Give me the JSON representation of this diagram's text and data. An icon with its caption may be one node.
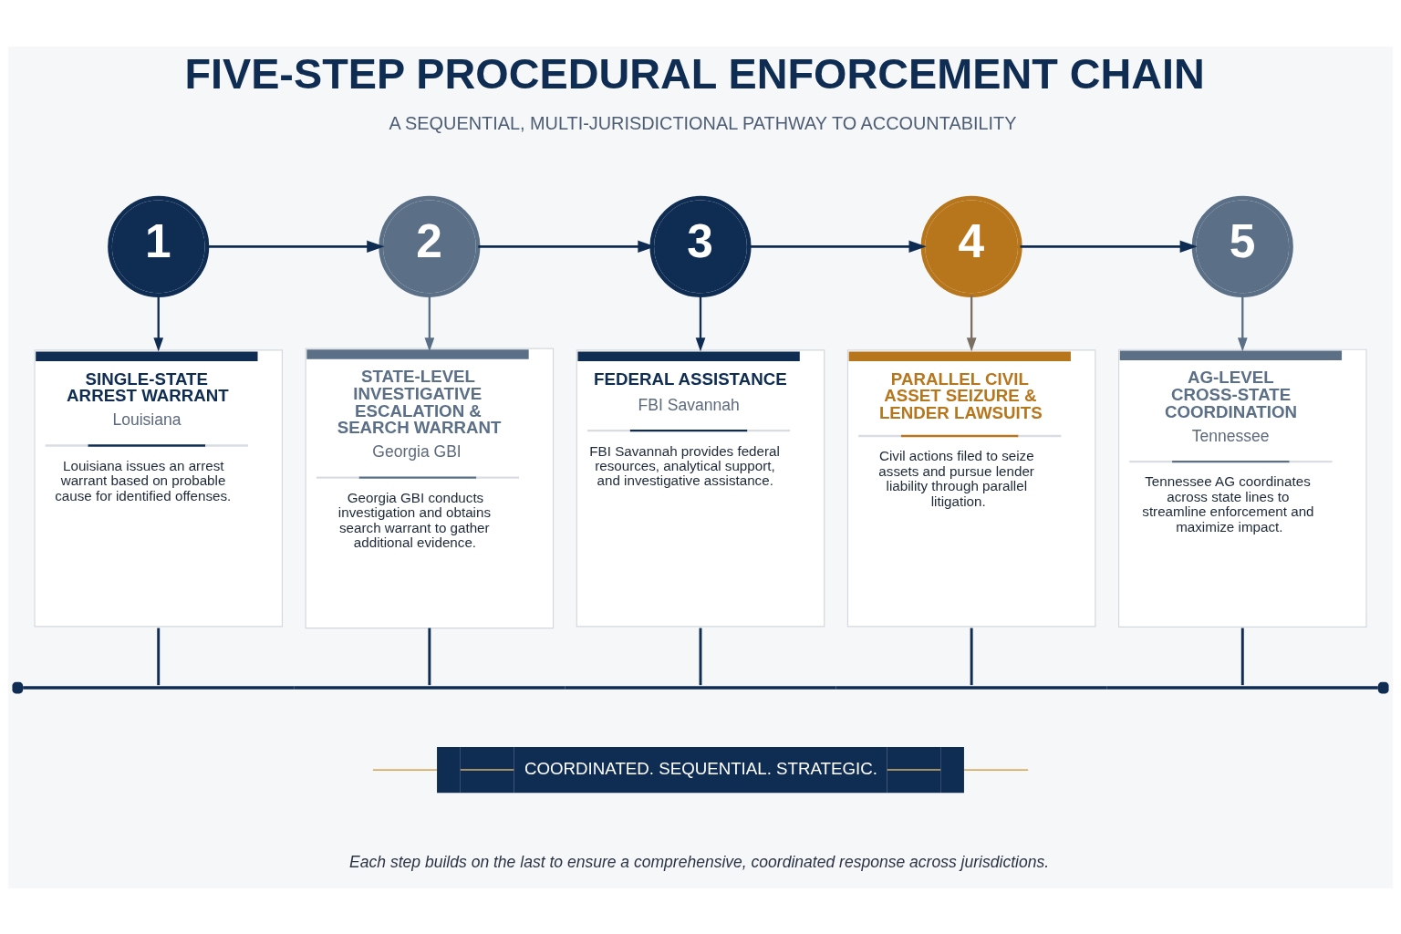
{
  "diagram": {
    "title": "FIVE-STEP PROCEDURAL ENFORCEMENT CHAIN",
    "caption": "Each step builds on the last to ensure a comprehensive, coordinated response across jurisdictions.",
    "nodes": [
      {
        "text": [
          "1"
        ]
      },
      {
        "text": [
          "2"
        ]
      },
      {
        "text": [
          "3"
        ]
      },
      {
        "text": [
          "4"
        ]
      },
      {
        "text": [
          "5"
        ]
      },
      {
        "text": [
          "SINGLE-STATE ARREST WARRANT",
          "Louisiana",
          "Louisiana issues an arrest warrant based on probable cause for identified offenses."
        ]
      },
      {
        "text": [
          "STATE-LEVEL INVESTIGATIVE ESCALATION & SEARCH WARRANT",
          "Georgia GBI",
          "Georgia GBI conducts investigation and obtains search warrant to gather additional evidence."
        ]
      },
      {
        "text": [
          "FEDERAL ASSISTANCE",
          "FBI Savannah",
          "FBI Savannah provides federal resources, analytical support, and investigative assistance."
        ]
      },
      {
        "text": [
          "PARALLEL CIVIL ASSET SEIZURE & LENDER LAWSUITS",
          "Civil actions filed to seize assets and pursue lender liability through parallel litigation."
        ]
      },
      {
        "text": [
          "AG-LEVEL CROSS-STATE COORDINATION",
          "Tennessee",
          "Tennessee AG coordinates across state lines to streamline enforcement and maximize impact."
        ]
      },
      {
        "text": [],
        "shape": "bar"
      },
      {
        "text": [
          "COORDINATED. SEQUENTIAL. STRATEGIC."
        ]
      }
    ],
    "edges": [
      {
        "from": 0,
        "to": 1,
        "arrow": "to"
      },
      {
        "from": 1,
        "to": 2,
        "arrow": "to"
      },
      {
        "from": 2,
        "to": 3,
        "arrow": "to"
      },
      {
        "from": 3,
        "to": 4,
        "arrow": "to"
      },
      {
        "from": 0,
        "to": 5,
        "arrow": "to"
      },
      {
        "from": 1,
        "to": 6,
        "arrow": "to",
        "color": "#5b6f87"
      },
      {
        "from": 2,
        "to": 7,
        "arrow": "to"
      },
      {
        "from": 3,
        "to": 8,
        "arrow": "to",
        "color": "#7a7064"
      },
      {
        "from": 4,
        "to": 9,
        "arrow": "to",
        "color": "#5b6f87"
      },
      {
        "from": 5,
        "to": 10,
        "arrow": "none"
      },
      {
        "from": 6,
        "to": 10,
        "arrow": "none"
      },
      {
        "from": 7,
        "to": 10,
        "arrow": "none"
      },
      {
        "from": 8,
        "to": 10,
        "arrow": "none"
      },
      {
        "from": 9,
        "to": 10,
        "arrow": "none"
      }
    ],
    "labels": [
      "A SEQUENTIAL, MULTI-JURISDICTIONAL PATHWAY TO ACCOUNTABILITY"
    ]
  }
}
